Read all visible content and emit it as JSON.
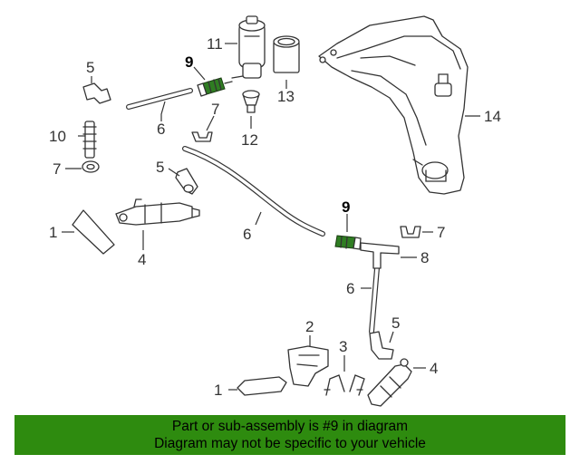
{
  "callouts": {
    "c1a": "1",
    "c1b": "1",
    "c2": "2",
    "c3": "3",
    "c4a": "4",
    "c4b": "4",
    "c5a": "5",
    "c5b": "5",
    "c5c": "5",
    "c6a": "6",
    "c6b": "6",
    "c6c": "6",
    "c7a": "7",
    "c7b": "7",
    "c7c": "7",
    "c8": "8",
    "c9a": "9",
    "c9b": "9",
    "c10": "10",
    "c11": "11",
    "c12": "12",
    "c13": "13",
    "c14": "14"
  },
  "highlight_color": "#2e8b0f",
  "footer": {
    "line1": "Part or sub-assembly is #9 in diagram",
    "line2": "Diagram may not be specific to your vehicle"
  }
}
